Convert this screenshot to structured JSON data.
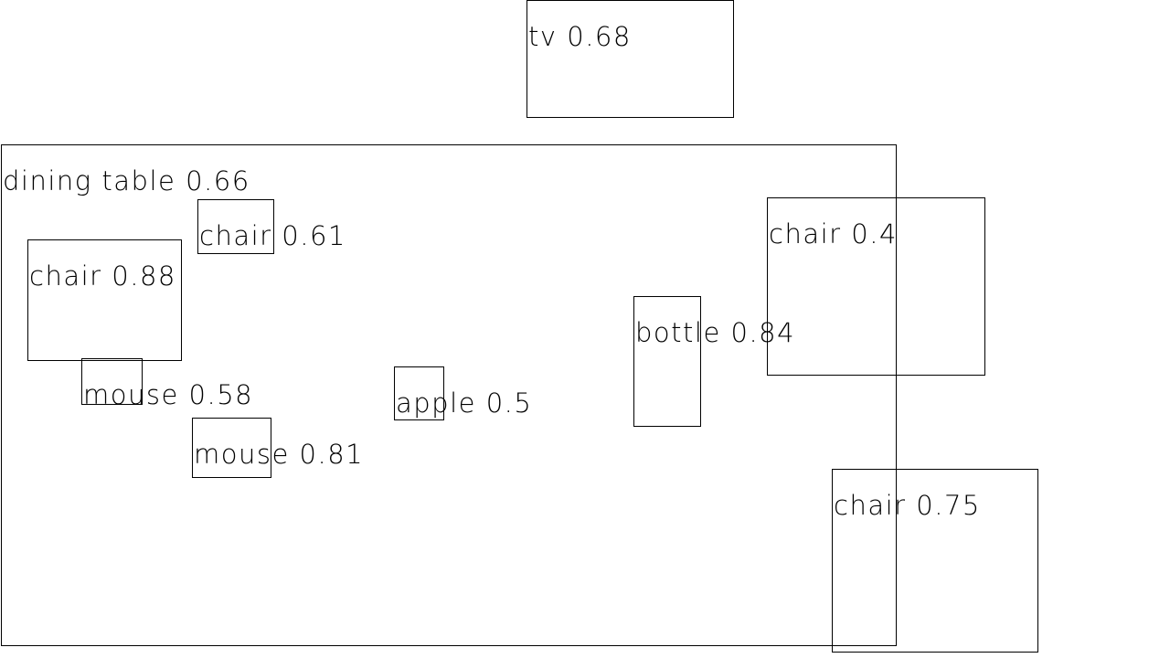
{
  "detections": [
    {
      "id": "tv",
      "label": "tv 0.68"
    },
    {
      "id": "dining-table",
      "label": "dining table 0.66"
    },
    {
      "id": "chair-061",
      "label": "chair 0.61"
    },
    {
      "id": "chair-088",
      "label": "chair 0.88"
    },
    {
      "id": "chair-04",
      "label": "chair 0.4"
    },
    {
      "id": "bottle-084",
      "label": "bottle 0.84"
    },
    {
      "id": "mouse-058",
      "label": "mouse 0.58"
    },
    {
      "id": "apple-05",
      "label": "apple 0.5"
    },
    {
      "id": "mouse-081",
      "label": "mouse 0.81"
    },
    {
      "id": "chair-075",
      "label": "chair 0.75"
    }
  ],
  "colors": {
    "box_stroke": "#000000",
    "label_text": "#000000",
    "background": "#ffffff"
  }
}
